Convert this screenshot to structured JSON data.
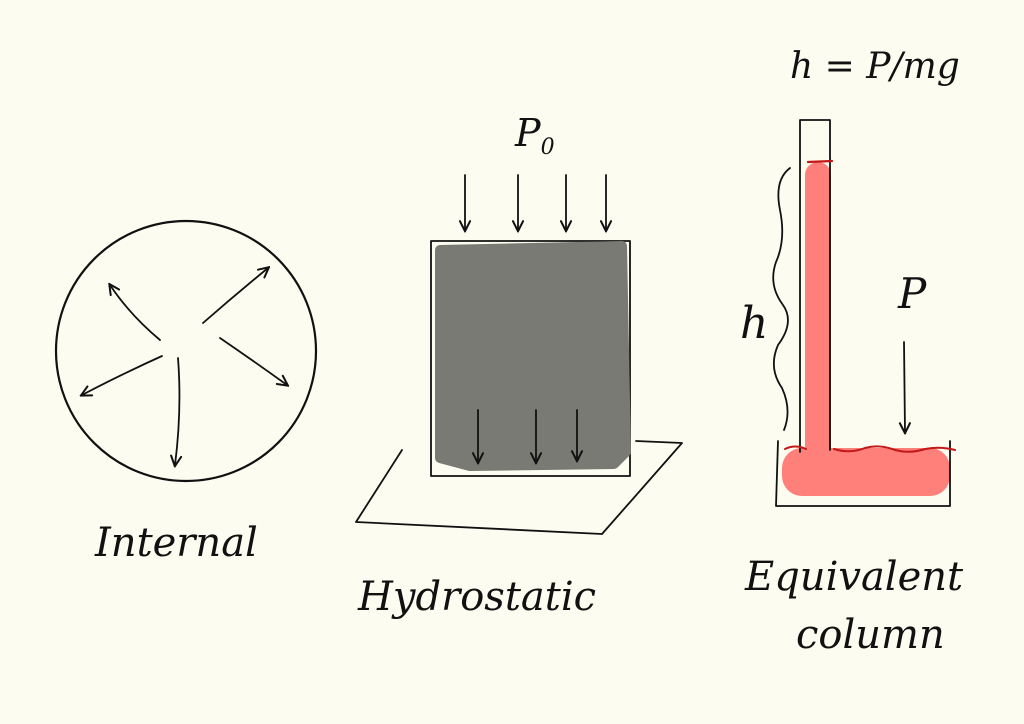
{
  "labels": {
    "internal": "Internal",
    "hydrostatic": "Hydrostatic",
    "equivalent_line1": "Equivalent",
    "equivalent_line2": "column",
    "p0": "P",
    "p0_sub": "0",
    "h_formula": "h = P/mg",
    "h_side": "h",
    "p_side": "P"
  },
  "colors": {
    "background": "#FDFCF0",
    "ink": "#111111",
    "fluid_block": "#7A7A74",
    "column_fill": "#FF7F7A",
    "column_surface": "#C41818"
  }
}
